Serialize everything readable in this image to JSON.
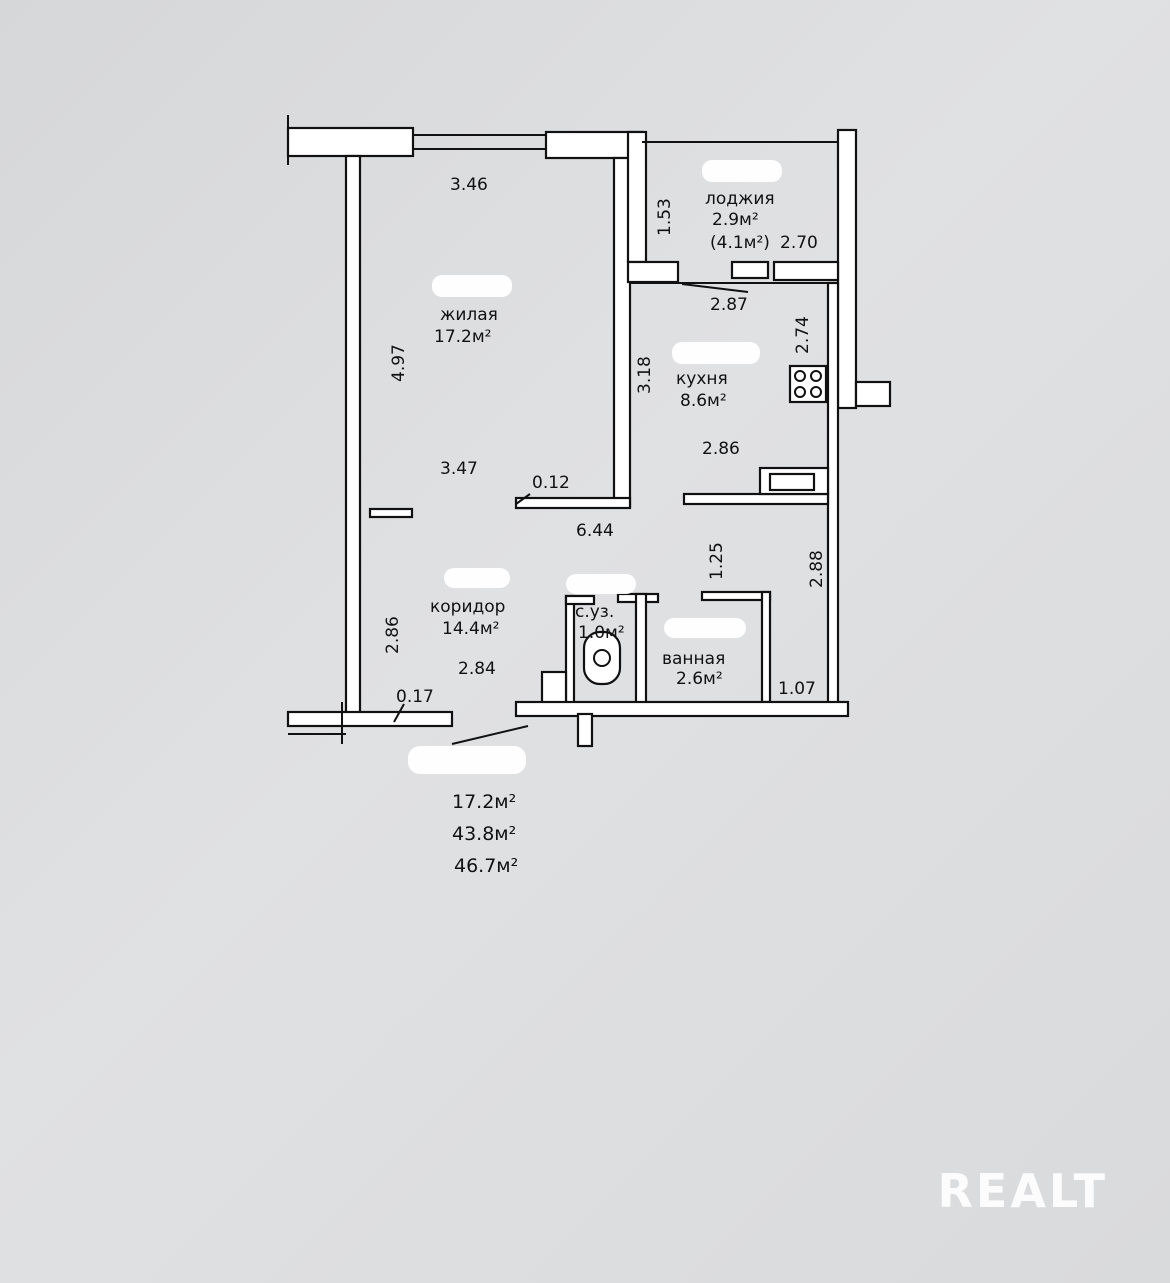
{
  "rooms": {
    "living": {
      "name": "жилая",
      "area": "17.2м²"
    },
    "kitchen": {
      "name": "кухня",
      "area": "8.6м²"
    },
    "loggia": {
      "name": "лоджия",
      "area": "2.9м²",
      "area_full": "(4.1м²)"
    },
    "corridor": {
      "name": "коридор",
      "area": "14.4м²"
    },
    "wc": {
      "name": "с.уз.",
      "area": "1.0м²"
    },
    "bath": {
      "name": "ванная",
      "area": "2.6м²"
    }
  },
  "dimensions": [
    "3.46",
    "4.97",
    "3.18",
    "3.47",
    "0.12",
    "6.44",
    "1.53",
    "2.70",
    "2.87",
    "2.74",
    "2.86",
    "1.25",
    "2.88",
    "2.86",
    "2.84",
    "0.17",
    "1.07"
  ],
  "totals": {
    "living": "17.2м²",
    "total": "43.8м²",
    "total_with_loggia": "46.7м²"
  },
  "watermark": "REALT"
}
